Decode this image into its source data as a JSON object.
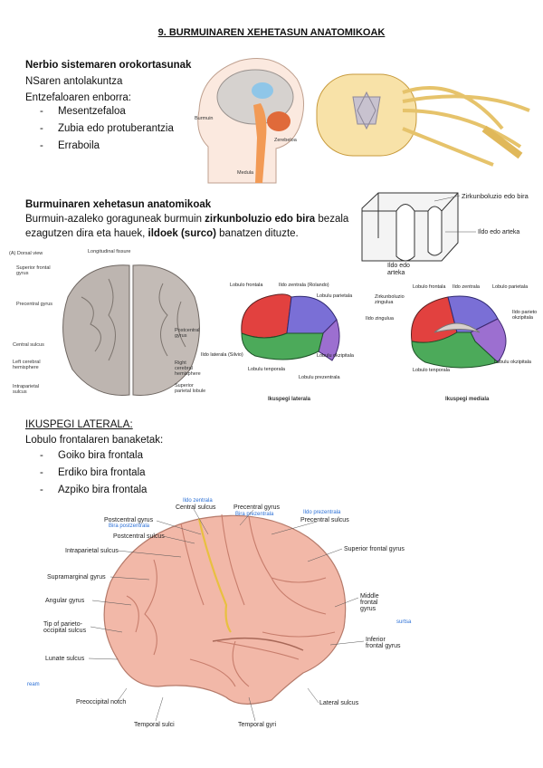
{
  "title": "9. BURMUINAREN XEHETASUN ANATOMIKOAK",
  "section1": {
    "heading": "Nerbio sistemaren orokortasunak",
    "line1": "NSaren antolakuntza",
    "line2": "Entzefaloaren enborra:",
    "items": [
      "Mesentzefaloa",
      "Zubia edo protuberantzia",
      "Erraboila"
    ]
  },
  "section2": {
    "heading": "Burmuinaren xehetasun anatomikoak",
    "text_a": "Burmuin-azaleko goraguneak burmuin ",
    "text_b": "zirkunboluzio edo bira",
    "text_c": " bezala",
    "text_d": "ezagutzen dira eta hauek, ",
    "text_e": "ildoek (surco)",
    "text_f": " banatzen dituzte."
  },
  "fold_labels": {
    "gyrus": "Zirkunboluzio edo bira",
    "sulcus": "Ildo edo arteka",
    "fissure": "Ildo edo arteka"
  },
  "dorsal_view": {
    "label": "(A) Dorsal view",
    "left": [
      "Superior frontal gyrus",
      "Precentral gyrus",
      "Central sulcus",
      "Left cerebral hemisphere",
      "Intraparietal sulcus"
    ],
    "top": "Longitudinal fissure",
    "right": [
      "Postcentral gyrus",
      "Right cerebral hemisphere",
      "Superior parietal lobule"
    ]
  },
  "lateral_small": {
    "caption": "Ikuspegi laterala",
    "labels": [
      "Lobulo frontala",
      "Ildo zentrala (Rolando)",
      "Lobulu parietala",
      "Ildo laterala (Silvio)",
      "Lobulu okzipitala",
      "Lobulu tenporala",
      "Lobulu prezentrala"
    ]
  },
  "medial_small": {
    "caption": "Ikuspegi mediala",
    "labels": [
      "Lobulo frontala",
      "Ildo zentrala",
      "Lobulo parietala",
      "Zirkunboluzio zingulua",
      "Ildo zingulua",
      "Ildo parieto okzipitala",
      "Lobulu okzipitala",
      "Lobulo tenporala"
    ]
  },
  "section3": {
    "heading": "IKUSPEGI LATERALA:",
    "line1": "Lobulo frontalaren banaketak:",
    "items": [
      "Goiko bira frontala",
      "Erdiko bira frontala",
      "Azpiko bira frontala"
    ]
  },
  "big_brain": {
    "blue_labels": [
      "Ildo zentrala",
      "Bira prezentrala",
      "Ildo prezentrala",
      "Bira postzentrala",
      "surtsa",
      "ream"
    ],
    "left_labels": [
      "Postcentral gyrus",
      "Postcentral sulcus",
      "Intraparietal sulcus",
      "Supramarginal gyrus",
      "Angular gyrus",
      "Tip of parieto-occipital sulcus",
      "Lunate sulcus",
      "Preoccipital notch"
    ],
    "top_labels": [
      "Central sulcus",
      "Precentral gyrus",
      "Precentral sulcus"
    ],
    "right_labels": [
      "Superior frontal gyrus",
      "Middle frontal gyrus",
      "Inferior frontal gyrus",
      "Lateral sulcus"
    ],
    "bottom_labels": [
      "Temporal sulci",
      "Temporal gyri"
    ]
  },
  "colors": {
    "frontal": "#e2413f",
    "parietal": "#7a6fd6",
    "occipital": "#9c6fd0",
    "temporal": "#4caa5a",
    "cortex": "#f2b8a8",
    "gray_brain": "#bdb5b0",
    "label_blue": "#2a6fd6"
  }
}
